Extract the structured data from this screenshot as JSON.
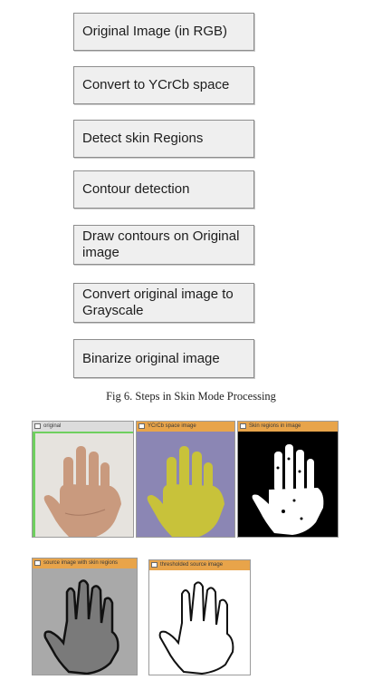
{
  "steps": [
    {
      "line1": "Original Image (in RGB)",
      "line2": ""
    },
    {
      "line1": "Convert to YCrCb space",
      "line2": ""
    },
    {
      "line1": "Detect skin Regions",
      "line2": ""
    },
    {
      "line1": "Contour detection",
      "line2": ""
    },
    {
      "line1": "Draw contours on Original",
      "line2": "image"
    },
    {
      "line1": "Convert original image to",
      "line2": "Grayscale"
    },
    {
      "line1": "Binarize original image",
      "line2": ""
    }
  ],
  "caption": "Fig 6. Steps in Skin Mode Processing",
  "windows": [
    {
      "title": "original",
      "bar_color": "#dcdcdc"
    },
    {
      "title": "YCrCb space image",
      "bar_color": "#e8a44a"
    },
    {
      "title": "Skin regions in image",
      "bar_color": "#e8a44a"
    },
    {
      "title": "source image with skin regions",
      "bar_color": "#e8a44a"
    },
    {
      "title": "thresholded source image",
      "bar_color": "#e8a44a"
    }
  ],
  "colors": {
    "box_fill": "#efefef",
    "box_border": "#8e8e8e",
    "skin": "#c99a7e",
    "ycrcb_bg": "#8b86b4",
    "ycrcb_hand": "#c8c23a",
    "gray_bg": "#a9a9a9",
    "gray_hand": "#7a7a7a"
  }
}
